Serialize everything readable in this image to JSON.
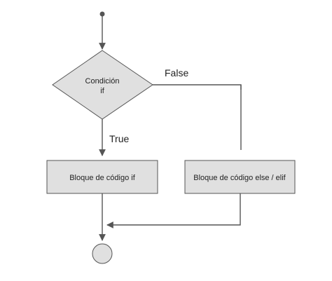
{
  "diagram": {
    "decision": {
      "line1": "Condición",
      "line2": "if"
    },
    "branches": {
      "false_label": "False",
      "true_label": "True"
    },
    "blocks": {
      "if_block": "Bloque de código if",
      "else_block": "Bloque de código else / elif"
    },
    "colors": {
      "node_fill": "#e0e0e0",
      "stroke": "#555555",
      "text": "#222222"
    }
  }
}
